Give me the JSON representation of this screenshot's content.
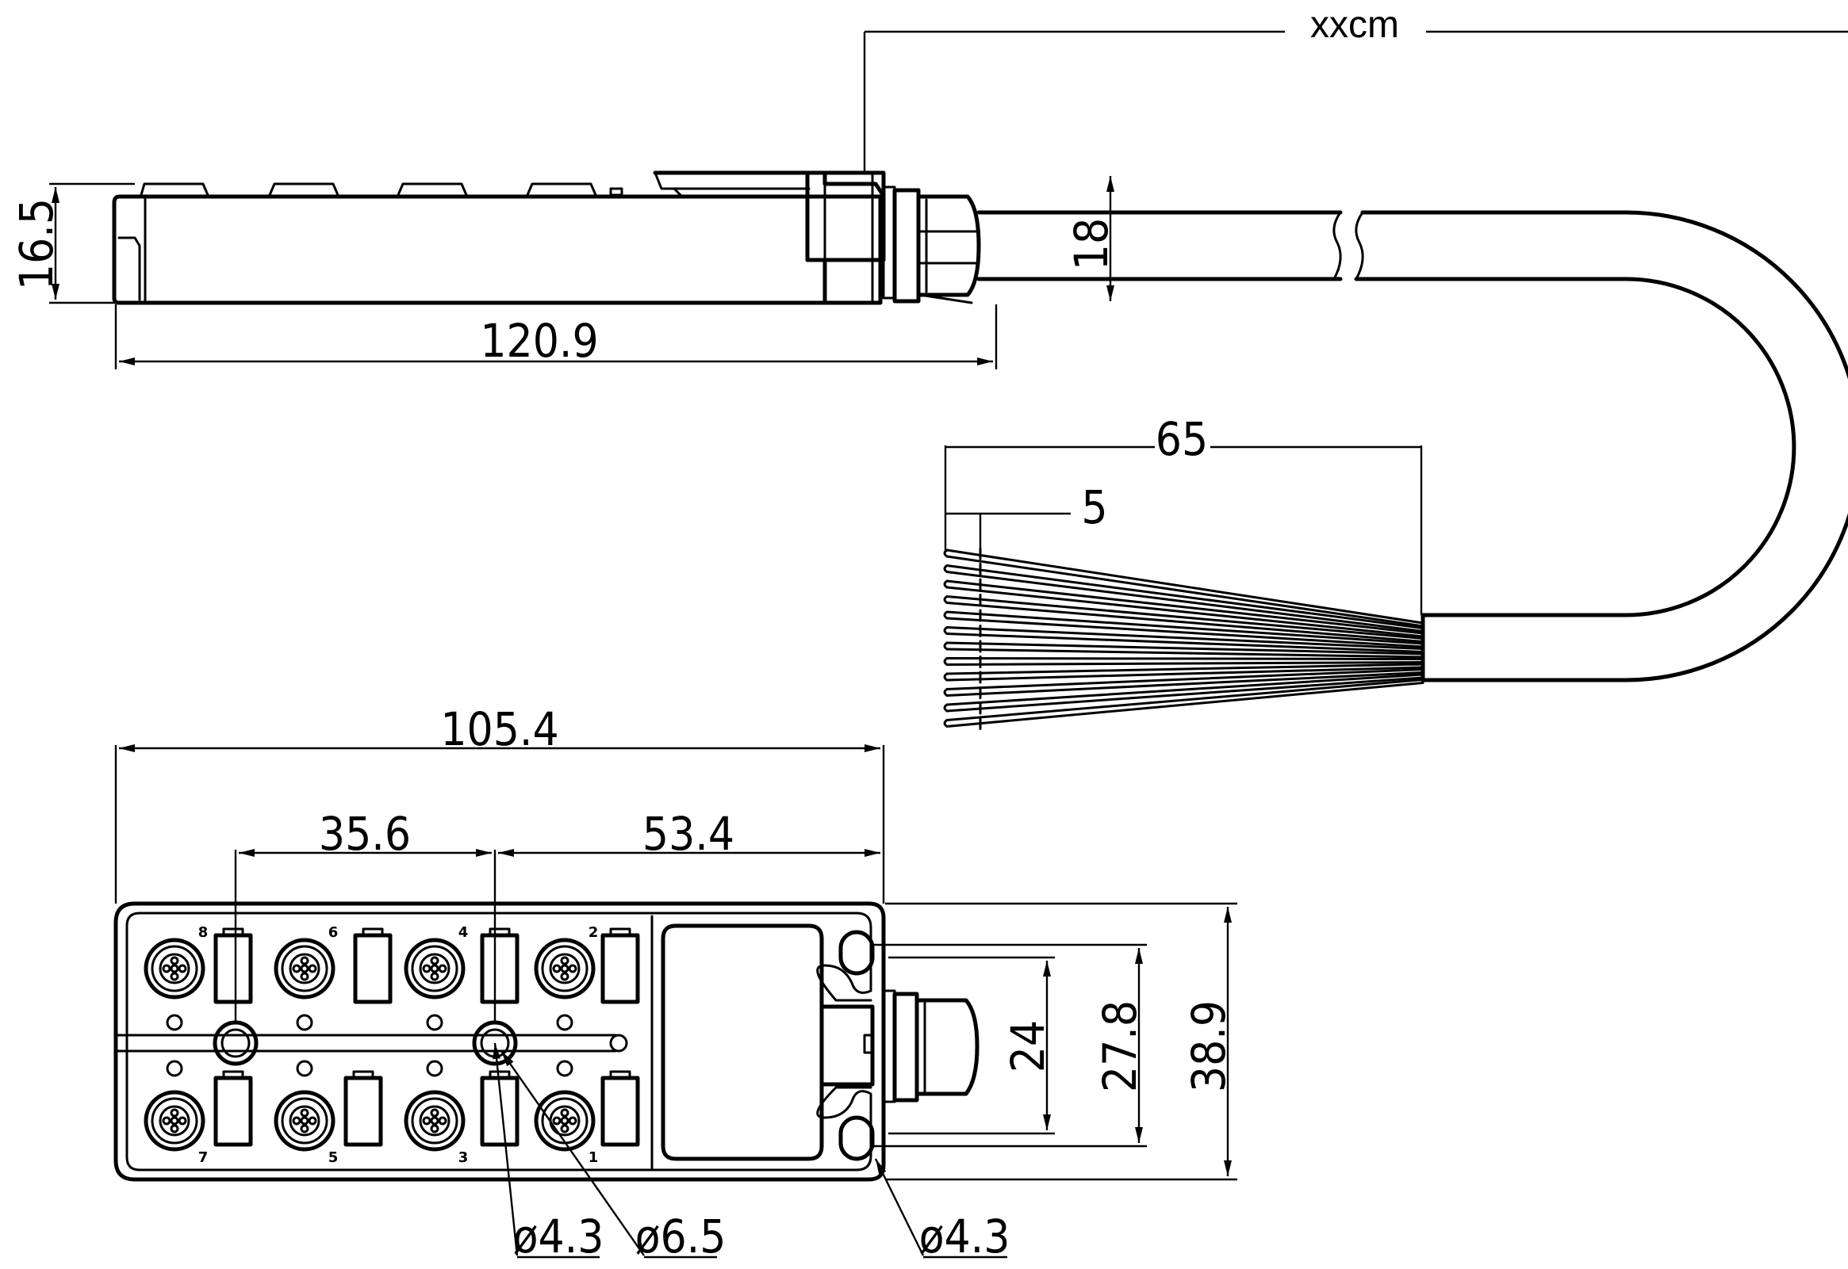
{
  "dimensions": {
    "cable_length": "xxcm",
    "side_height": "16.5",
    "cable_dia": "18",
    "side_length": "120.9",
    "strip_length": "65",
    "wire_strip": "5",
    "top_length": "105.4",
    "hole_spacing_1": "35.6",
    "hole_spacing_2": "53.4",
    "dim_24": "24",
    "dim_27_8": "27.8",
    "dim_38_9": "38.9",
    "hole_small_1": "ø4.3",
    "hole_large": "ø6.5",
    "hole_small_2": "ø4.3"
  },
  "port_numbers": {
    "top": [
      "8",
      "6",
      "4",
      "2"
    ],
    "bottom": [
      "7",
      "5",
      "3",
      "1"
    ]
  }
}
